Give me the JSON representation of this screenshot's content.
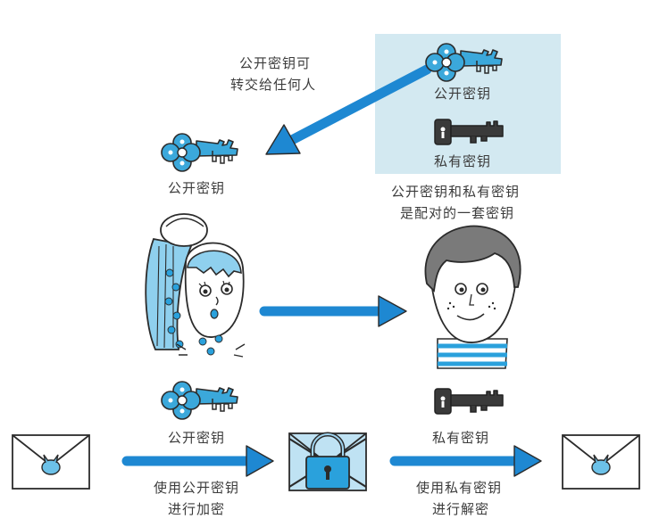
{
  "labels": {
    "share_note_line1": "公开密钥可",
    "share_note_line2": "转交给任何人",
    "panel_public_key": "公开密钥",
    "panel_private_key": "私有密钥",
    "received_public_key": "公开密钥",
    "pair_note_line1": "公开密钥和私有密钥",
    "pair_note_line2": "是配对的一套密钥",
    "sender_public_key": "公开密钥",
    "encrypt_line1": "使用公开密钥",
    "encrypt_line2": "进行加密",
    "receiver_private_key": "私有密钥",
    "decrypt_line1": "使用私有密钥",
    "decrypt_line2": "进行解密"
  },
  "colors": {
    "accent": "#1e88d2",
    "key_blue": "#3ba8db",
    "panel": "#d3e9f1",
    "outline": "#2b2b2b",
    "private_key": "#3a3a3a"
  },
  "icons": [
    "public-key-icon",
    "private-key-icon",
    "envelope-icon",
    "locked-envelope-icon",
    "girl-icon",
    "boy-icon",
    "arrow-icon"
  ]
}
